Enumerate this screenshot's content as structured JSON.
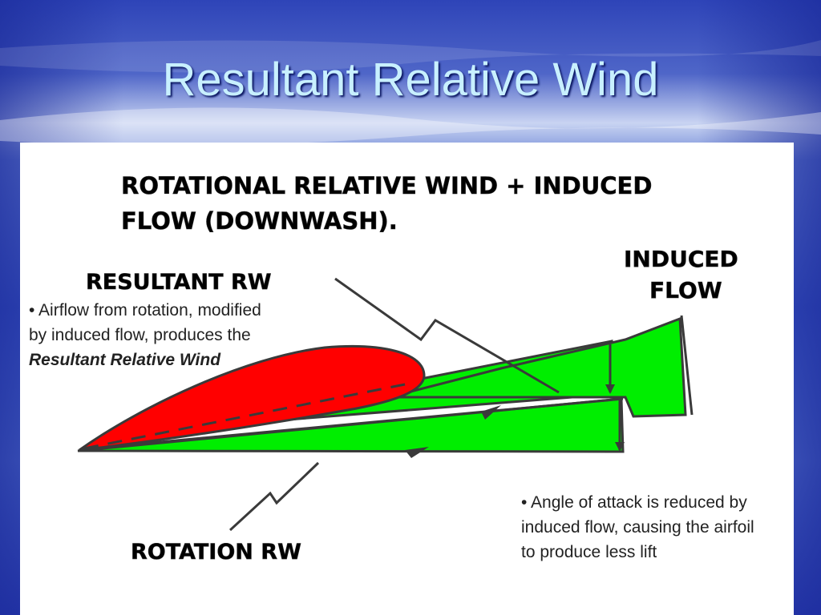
{
  "slide": {
    "title": "Resultant Relative Wind"
  },
  "diagram": {
    "heading_line1": "ROTATIONAL RELATIVE WIND +  INDUCED",
    "heading_line2": "FLOW (DOWNWASH).",
    "resultant_rw_label": "RESULTANT RW",
    "induced_flow_line1": "INDUCED",
    "induced_flow_line2": "FLOW",
    "rotation_rw_label": "ROTATION RW",
    "colors": {
      "airfoil_fill": "#ff0000",
      "flow_fill": "#00ee00",
      "outline": "#3a3a3a"
    }
  },
  "notes": {
    "left": {
      "bullet": "•",
      "text": "Airflow from rotation, modified by induced flow, produces the",
      "emphasis": "Resultant Relative Wind"
    },
    "right": {
      "bullet": "•",
      "text": "Angle of attack is reduced by induced flow, causing the airfoil to produce less lift"
    }
  }
}
